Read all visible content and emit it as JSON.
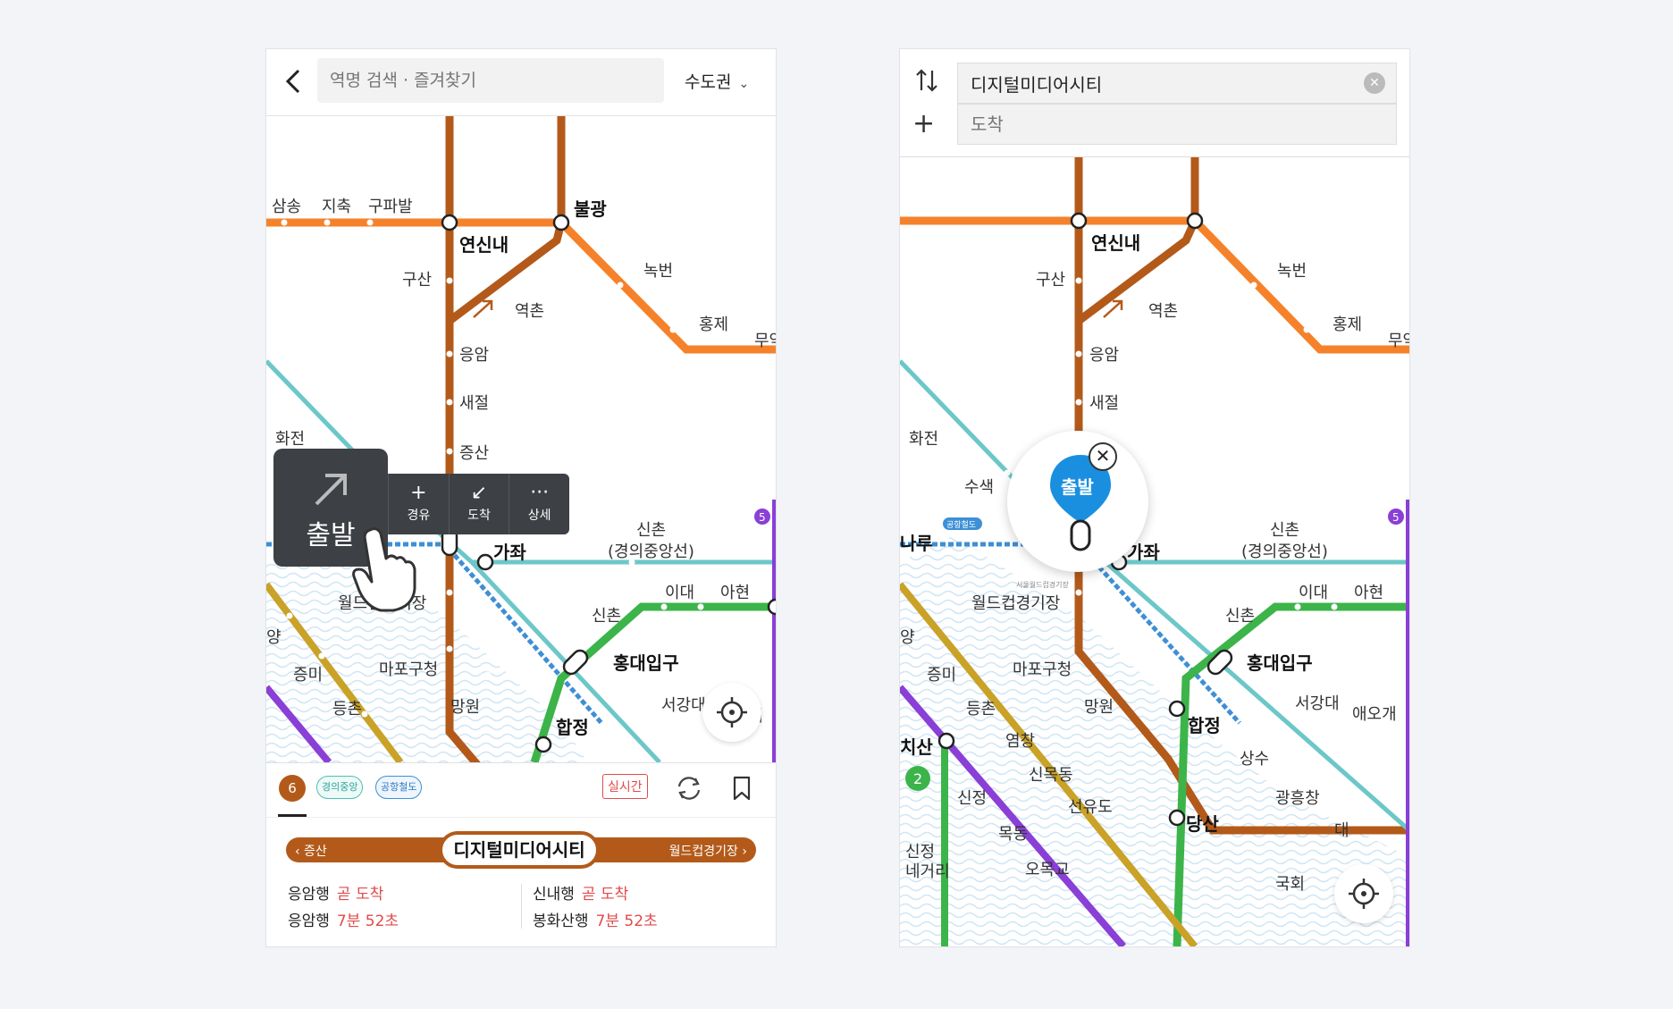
{
  "left": {
    "search_placeholder": "역명 검색 · 즐겨찾기",
    "region": "수도권",
    "popup": {
      "start_label": "출발",
      "waypoint_label": "경유",
      "arrive_label": "도착",
      "detail_label": "상세"
    },
    "tabs": {
      "line_number": "6",
      "pill_gyeong": "경의중앙",
      "pill_gong": "공항철도",
      "realtime": "실시간"
    },
    "station_bar": {
      "prev": "‹ 증산",
      "current": "디지털미디어시티",
      "next": "월드컵경기장 ›"
    },
    "arrivals": [
      {
        "dest": "응암행",
        "time": "곧 도착"
      },
      {
        "dest": "응암행",
        "time": "7분 52초"
      },
      {
        "dest": "신내행",
        "time": "곧 도착"
      },
      {
        "dest": "봉화산행",
        "time": "7분 52초"
      }
    ]
  },
  "right": {
    "start_value": "디지털미디어시티",
    "end_placeholder": "도착",
    "pin_label": "출발"
  },
  "stations": {
    "samsong": "삼송",
    "jichuk": "지축",
    "gupabal": "구파발",
    "yeonsinnae": "연신내",
    "bulgwang": "불광",
    "gusan": "구산",
    "nokbeon": "녹번",
    "yeokchon": "역촌",
    "hongje": "홍제",
    "muak": "무악",
    "eungam": "응암",
    "saejeol": "새절",
    "jeungsan": "증산",
    "hwajeon": "화전",
    "susaek": "수색",
    "gajwa": "가좌",
    "sinchon_gy": "신촌",
    "sinchon_gy2": "(경의중앙선)",
    "worldcup": "월드컵경기장",
    "idae": "이대",
    "ahyeon": "아현",
    "sinchon2": "신촌",
    "hongik": "홍대입구",
    "mangwon": "망원",
    "mapo_gu": "마포구청",
    "jeungmi": "증미",
    "deungchon": "등촌",
    "seogang": "서강대",
    "aeogae": "애오개",
    "hapjeong": "합정",
    "yeomchang": "염창",
    "sinmokdong": "신목동",
    "sangsu": "상수",
    "gwangheungchang": "광흥창",
    "dangsan": "당산",
    "seonyudo": "선유도",
    "mokdong": "목동",
    "omokgyo": "오목교",
    "sinjeong": "신정",
    "sinjeong_nege": "신정",
    "sinjeong_nege2": "네거리",
    "kkachisan": "치산",
    "gukhoe": "국회",
    "yang": "양",
    "naru": "나루",
    "dae": "대",
    "line5": "5",
    "line2": "2",
    "airport_tag": "공항철도",
    "worldcup_stadium": "서울월드컵경기장"
  },
  "colors": {
    "line6": "#b35a1a",
    "line3": "#f5822a",
    "line2": "#3cb44a",
    "line5": "#8a3fd6",
    "gyeongui": "#6cc7c9",
    "airport": "#3d8fd6",
    "line9": "#c9a227"
  }
}
